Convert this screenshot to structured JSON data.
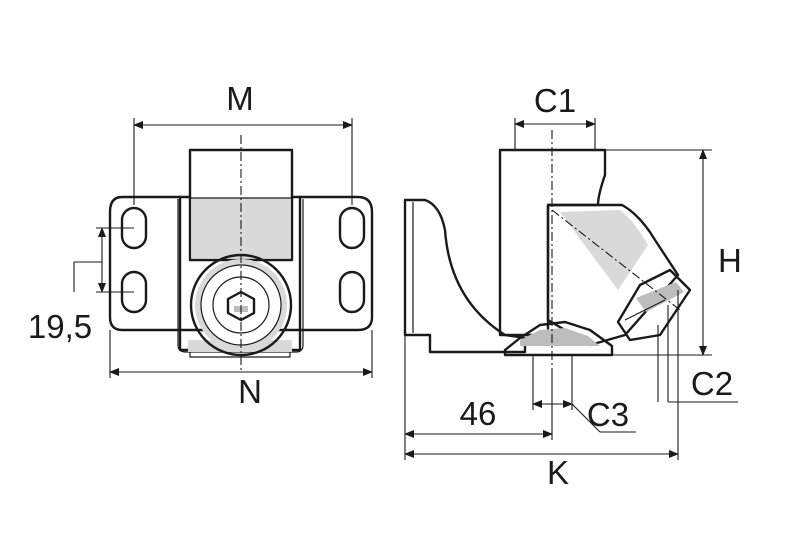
{
  "labels": {
    "M": "M",
    "N": "N",
    "dim_19_5": "19,5",
    "C1": "C1",
    "H": "H",
    "C2": "C2",
    "dim_46": "46",
    "C3": "C3",
    "K": "K"
  },
  "colors": {
    "line": "#1a1a1a",
    "shade_light": "#d9d9d9",
    "shade_dark": "#bdbdbd",
    "background": "#ffffff"
  }
}
